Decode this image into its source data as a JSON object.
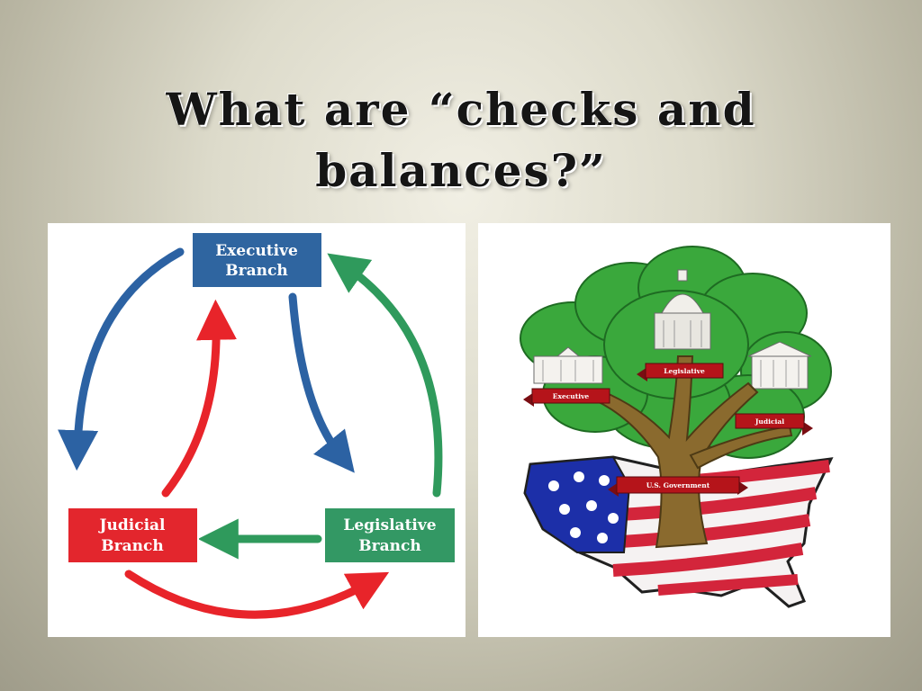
{
  "slide": {
    "title": "What are “checks and balances?”"
  },
  "cycle_diagram": {
    "nodes": {
      "executive": {
        "line1": "Executive",
        "line2": "Branch",
        "color": "#2f65a0"
      },
      "judicial": {
        "line1": "Judicial",
        "line2": "Branch",
        "color": "#e3262d"
      },
      "legislative": {
        "line1": "Legislative",
        "line2": "Branch",
        "color": "#339864"
      }
    },
    "arrow_colors": {
      "blue": "#2c62a3",
      "red": "#e8242a",
      "green": "#2f9a5c"
    }
  },
  "tree_illustration": {
    "banners": {
      "executive": "Executive",
      "legislative": "Legislative",
      "judicial": "Judicial",
      "government": "U.S. Government"
    },
    "colors": {
      "leaf": "#3aa83c",
      "trunk": "#8a6a2e",
      "banner": "#b5141a",
      "flag_blue": "#1c2fa8",
      "flag_red": "#d3253b"
    }
  }
}
